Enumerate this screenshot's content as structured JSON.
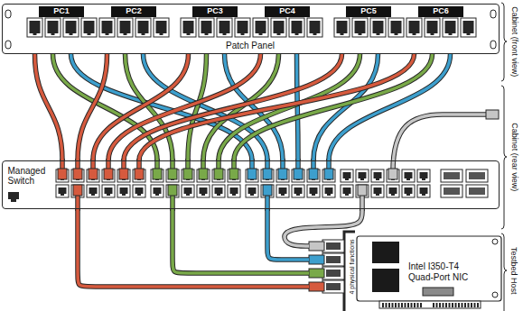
{
  "diagram": {
    "nodes": [
      {
        "text": [
          "Patch Panel"
        ]
      },
      {
        "text": [
          "PC1"
        ],
        "in": 0
      },
      {
        "text": [
          "PC2"
        ],
        "in": 0
      },
      {
        "text": [
          "PC3"
        ],
        "in": 0
      },
      {
        "text": [
          "PC4"
        ],
        "in": 0
      },
      {
        "text": [
          "PC5"
        ],
        "in": 0
      },
      {
        "text": [
          "PC6"
        ],
        "in": 0
      },
      {
        "text": [
          "Managed Switch"
        ]
      },
      {
        "text": [
          "Intel I350-T4 Quad-Port NIC",
          "4 physical functions"
        ]
      }
    ],
    "edges": [
      {
        "from": 0,
        "to": 7,
        "arrow": "none"
      },
      {
        "from": 0,
        "to": 7,
        "arrow": "none"
      },
      {
        "from": 0,
        "to": 7,
        "arrow": "none"
      },
      {
        "from": 0,
        "to": 7,
        "arrow": "none"
      },
      {
        "from": 0,
        "to": 7,
        "arrow": "none"
      },
      {
        "from": 0,
        "to": 7,
        "arrow": "none"
      },
      {
        "from": 0,
        "to": 7,
        "arrow": "none"
      },
      {
        "from": 0,
        "to": 7,
        "arrow": "none"
      },
      {
        "from": 0,
        "to": 7,
        "arrow": "none"
      },
      {
        "from": 0,
        "to": 7,
        "arrow": "none"
      },
      {
        "from": 0,
        "to": 7,
        "arrow": "none"
      },
      {
        "from": 0,
        "to": 7,
        "arrow": "none"
      },
      {
        "from": 0,
        "to": 7,
        "arrow": "none"
      },
      {
        "from": 0,
        "to": 7,
        "arrow": "none"
      },
      {
        "from": 0,
        "to": 7,
        "arrow": "none"
      },
      {
        "from": 0,
        "to": 7,
        "arrow": "none"
      },
      {
        "from": 0,
        "to": 7,
        "arrow": "none"
      },
      {
        "from": 0,
        "to": 7,
        "arrow": "none"
      },
      {
        "from": 7,
        "to": 8,
        "arrow": "none"
      },
      {
        "from": 7,
        "to": 8,
        "arrow": "none"
      },
      {
        "from": 7,
        "to": 8,
        "arrow": "none"
      },
      {
        "from": 7,
        "to": 8,
        "arrow": "none"
      }
    ],
    "labels": [
      "Cabinet (front view)",
      "Cabinet (rear view)",
      "Testbed Host"
    ]
  }
}
